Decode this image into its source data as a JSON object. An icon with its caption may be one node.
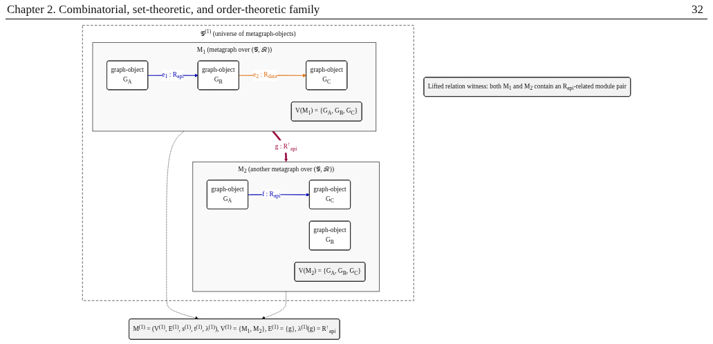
{
  "diagram": {
    "nodes": [
      {
        "text": [
          "Lifted relation witness: both M$_{1}$ and M$_{2}$ contain an R$_{api}$-related module pair"
        ]
      },
      {
        "text": [
          "𝒢$^{(1)}$ (universe of metagraph-objects)"
        ]
      },
      {
        "text": [
          "M$_{1}$ (metagraph over (𝒢, ℛ))"
        ],
        "in": 1
      },
      {
        "text": [
          "graph-object",
          "G$_{A}$"
        ],
        "in": 2
      },
      {
        "text": [
          "graph-object",
          "G$_{B}$"
        ],
        "in": 2
      },
      {
        "text": [
          "graph-object",
          "G$_{C}$"
        ],
        "in": 2
      },
      {
        "text": [
          "V(M$_{1}$) = {G$_{A}$, G$_{B}$, G$_{C}$}"
        ],
        "in": 2
      },
      {
        "text": [
          "M$_{2}$ (another metagraph over (𝒢, ℛ))"
        ],
        "in": 1
      },
      {
        "text": [
          "graph-object",
          "G$_{A}$"
        ],
        "in": 7
      },
      {
        "text": [
          "graph-object",
          "G$_{B}$"
        ],
        "in": 7
      },
      {
        "text": [
          "graph-object",
          "G$_{C}$"
        ],
        "in": 7
      },
      {
        "text": [
          "V(M$_{2}$) = {G$_{A}$, G$_{B}$, G$_{C}$}"
        ],
        "in": 7
      },
      {
        "text": [
          "M$^{(1)}$ = (V$^{(1)}$, E$^{(1)}$, s$^{(1)}$, t$^{(1)}$, λ$^{(1)}$), V$^{(1)}$ = {M$_{1}$, M$_{2}$}, E$^{(1)}$ = {g}, λ$^{(1)}$(g) = R$^{↑}$$_{api}$"
        ]
      }
    ],
    "edges": [
      {
        "from": 2,
        "to": 7,
        "arrow": "to",
        "label": "g : R$^{↑}$$_{api}$",
        "style": "thick",
        "color": "#9b0a3f"
      },
      {
        "from": 3,
        "to": 4,
        "arrow": "to",
        "label": "e$_{1}$ : R$_{api}$",
        "color": "#0000b4"
      },
      {
        "from": 4,
        "to": 5,
        "arrow": "to",
        "label": "e$_{2}$ : R$_{data}$",
        "color": "#e07010"
      },
      {
        "from": 8,
        "to": 10,
        "arrow": "to",
        "label": "f : R$_{api}$",
        "color": "#0000b4"
      },
      {
        "from": 2,
        "to": 12,
        "arrow": "to",
        "style": "dashed",
        "color": "#000000"
      },
      {
        "from": 7,
        "to": 12,
        "arrow": "to",
        "style": "dashed",
        "color": "#000000"
      }
    ],
    "labels": [
      "Chapter 2. Combinatorial, set-theoretic, and order-theoretic family",
      "32"
    ]
  }
}
